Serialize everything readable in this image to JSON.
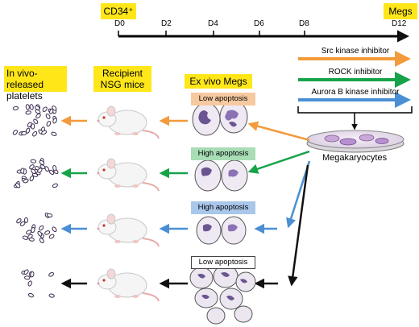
{
  "timeline": {
    "start_label": "CD34⁺",
    "end_label": "Megs",
    "ticks": [
      "D0",
      "D2",
      "D4",
      "D6",
      "D8",
      "D12"
    ]
  },
  "inhibitors": [
    {
      "label": "Src kinase inhibitor",
      "color": "#f39a3c"
    },
    {
      "label": "ROCK inhibitor",
      "color": "#16a34a"
    },
    {
      "label": "Aurora B kinase inhibitor",
      "color": "#4a8fd4"
    }
  ],
  "columns": {
    "platelets": "In vivo-released platelets",
    "mice": "Recipient NSG mice",
    "megs": "Ex vivo Megs"
  },
  "dish_label": "Megakaryocytes",
  "rows": [
    {
      "apoptosis": "Low apoptosis",
      "color": "#f39a3c",
      "box_color": "#f7c9a0"
    },
    {
      "apoptosis": "High apoptosis",
      "color": "#16a34a",
      "box_color": "#a8ddb5"
    },
    {
      "apoptosis": "High apoptosis",
      "color": "#4a8fd4",
      "box_color": "#a9c7ea"
    },
    {
      "apoptosis": "Low apoptosis",
      "color": "#111111",
      "box_color": "#ffffff"
    }
  ]
}
